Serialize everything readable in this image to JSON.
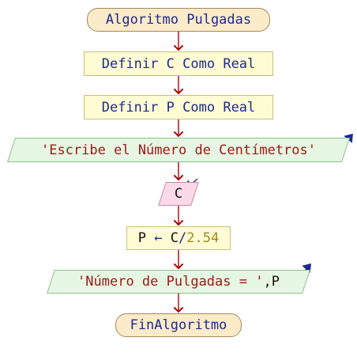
{
  "colors": {
    "keyword": "#1d2a8f",
    "string": "#a01818",
    "number": "#a08a24",
    "connector": "#b00000",
    "io_arrow": "#1d2a8f"
  },
  "flowchart": {
    "start": {
      "keyword": "Algoritmo",
      "name": "Pulgadas"
    },
    "define_c": {
      "kw1": "Definir",
      "var": "C",
      "kw2": "Como",
      "type": "Real"
    },
    "define_p": {
      "kw1": "Definir",
      "var": "P",
      "kw2": "Como",
      "type": "Real"
    },
    "write_prompt": {
      "text": "'Escribe el Número de Centímetros'"
    },
    "read_c": {
      "var": "C"
    },
    "assign": {
      "target": "P",
      "arrow": "←",
      "expr_var": "C",
      "op": "/",
      "number": "2.54"
    },
    "write_result": {
      "text": "'Número de Pulgadas = '",
      "sep": ",",
      "var": "P"
    },
    "end": {
      "keyword": "FinAlgoritmo"
    }
  }
}
